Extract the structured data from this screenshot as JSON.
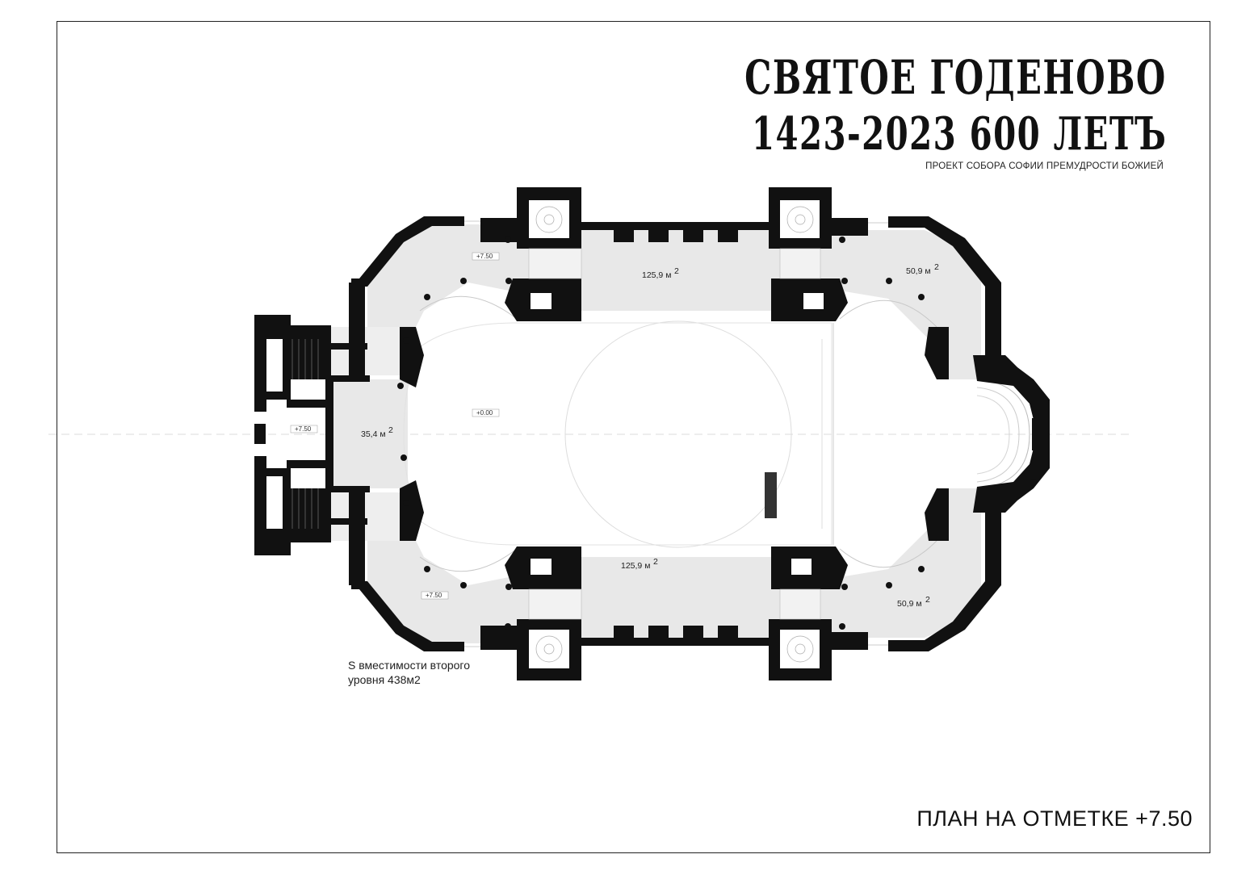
{
  "header": {
    "title_line1": "СВЯТОЕ ГОДЕНОВО",
    "title_line2": "1423-2023  600 ЛЕТЪ",
    "subtitle": "ПРОЕКТ СОБОРА СОФИИ ПРЕМУДРОСТИ БОЖИЕЙ"
  },
  "plan_title": "ПЛАН НА ОТМЕТКЕ +7.50",
  "capacity_note": {
    "line1": "S вместимости второго",
    "line2": "уровня 438м2"
  },
  "area_labels": {
    "north_gallery": "125,9 м",
    "south_gallery": "125,9 м",
    "northeast_room": "50,9 м",
    "southeast_room": "50,9 м",
    "west_room": "35,4 м",
    "superscript": "2"
  },
  "level_marks": {
    "nw": "+7.50",
    "sw": "+7.50",
    "west_stair": "+7.50",
    "center": "+0.00"
  },
  "colors": {
    "wall": "#111111",
    "floor": "#e8e8e8",
    "line": "#bbbbbb"
  }
}
